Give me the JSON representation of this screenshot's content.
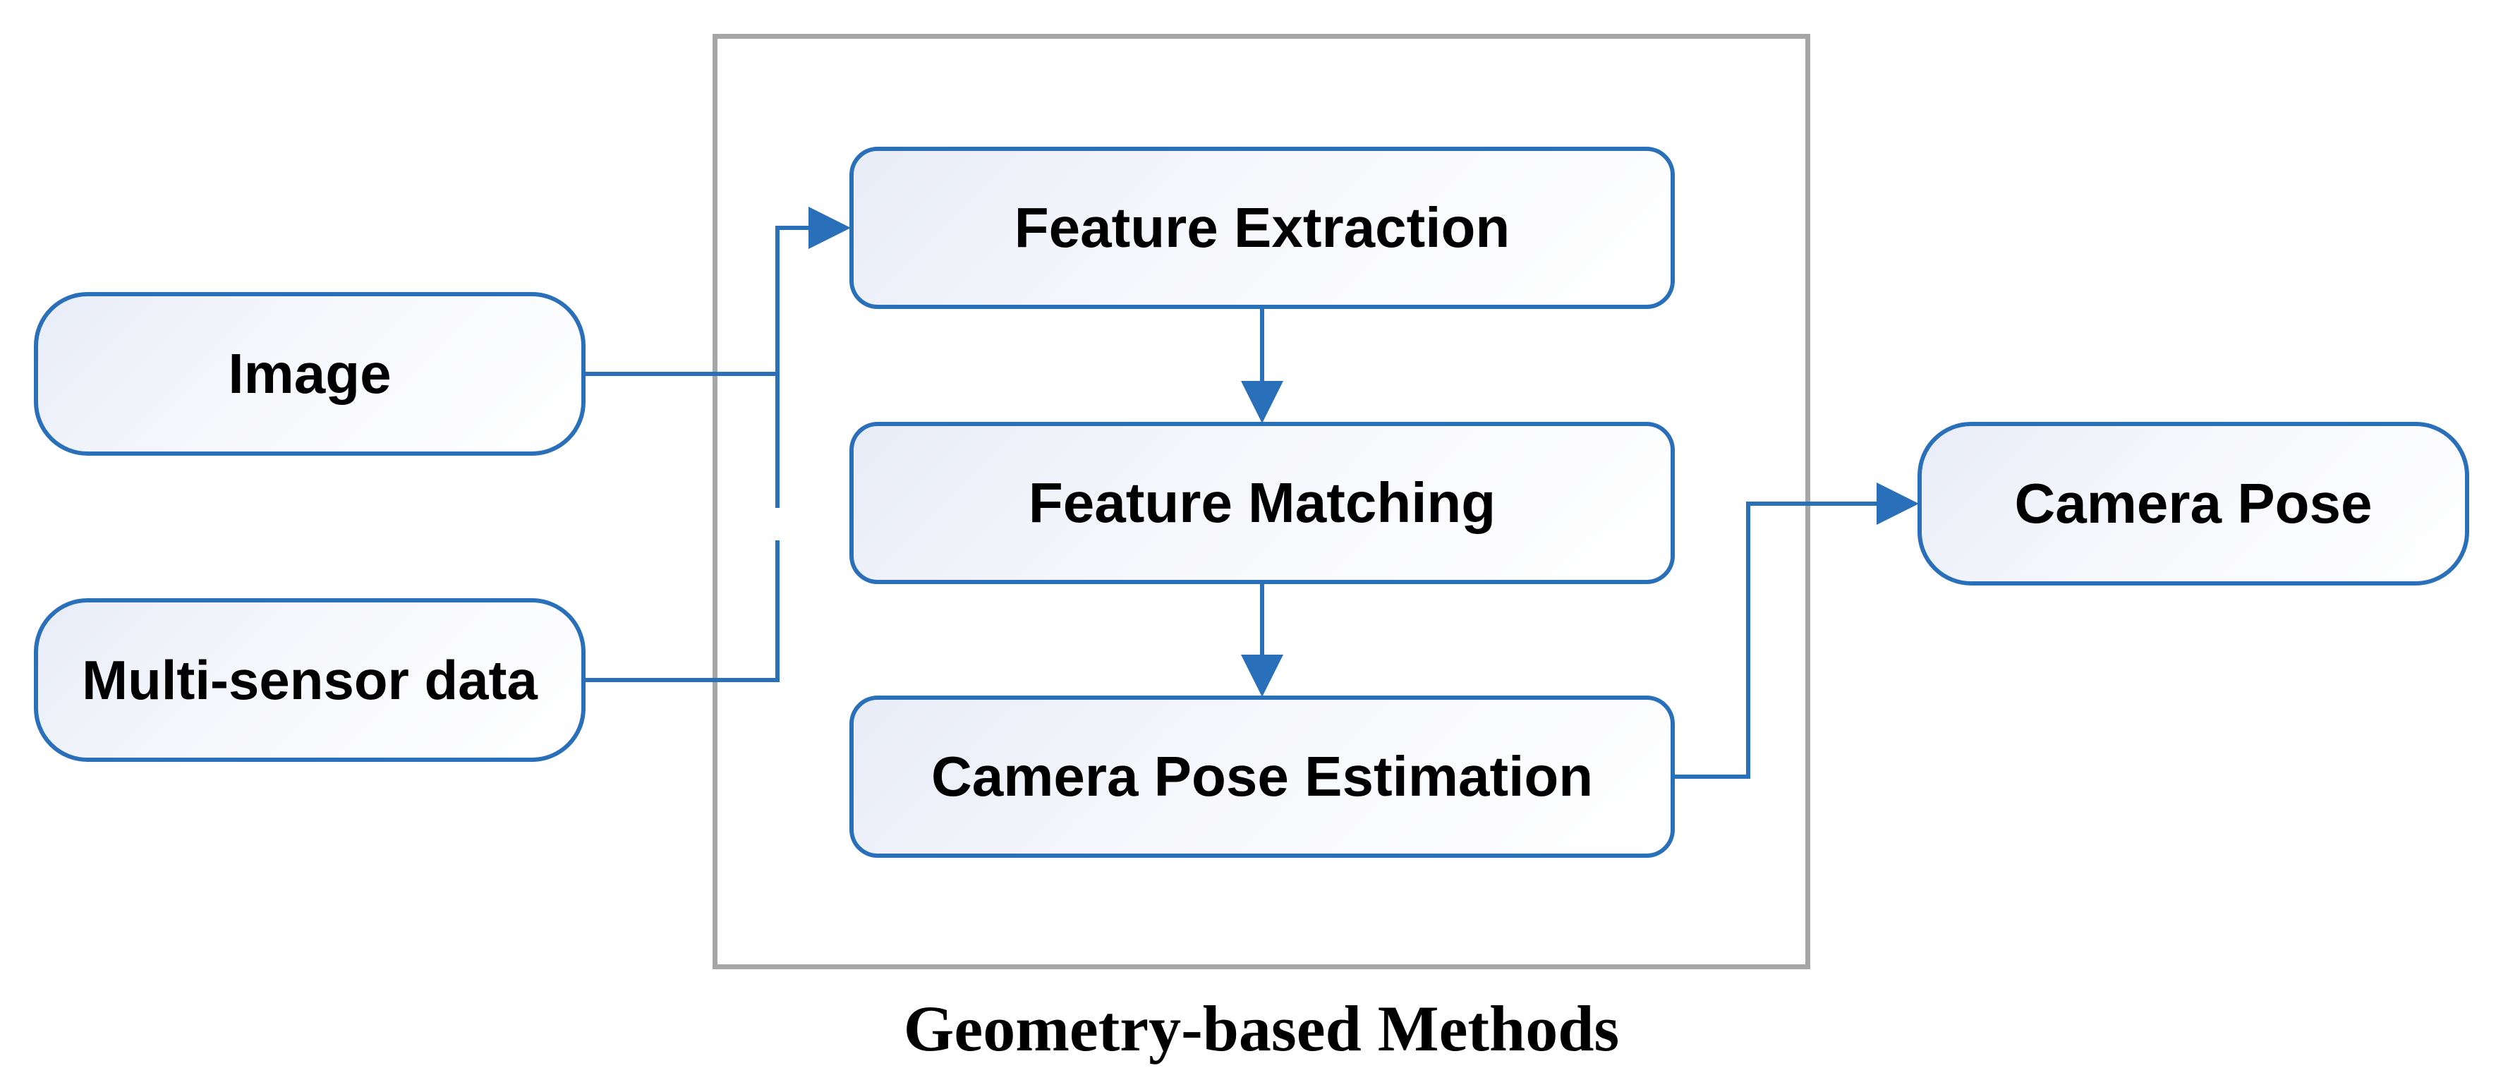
{
  "inputs": [
    {
      "label": "Image"
    },
    {
      "label": "Multi-sensor data"
    }
  ],
  "group": {
    "caption": "Geometry-based Methods",
    "steps": [
      {
        "label": "Feature Extraction"
      },
      {
        "label": "Feature Matching"
      },
      {
        "label": "Camera Pose Estimation"
      }
    ]
  },
  "output": {
    "label": "Camera Pose"
  },
  "colors": {
    "node_border": "#2a6fba",
    "connector": "#2a6fba",
    "frame_border": "#a6a6a6",
    "node_fill_start": "#e8ecf7",
    "node_fill_end": "#ffffff"
  }
}
